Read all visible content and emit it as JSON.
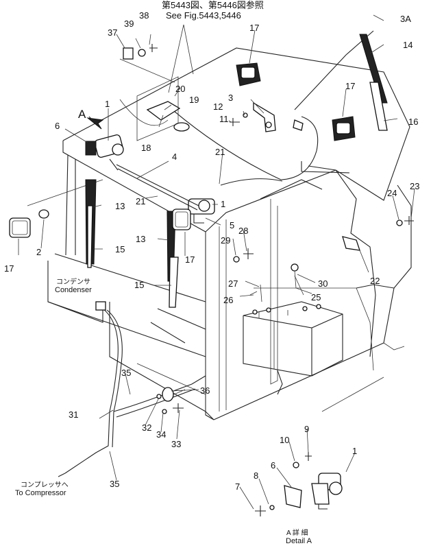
{
  "header": {
    "jp": "第5443図、第5446図参照",
    "en": "See Fig.5443,5446"
  },
  "callouts": {
    "c1": "1",
    "c1b": "1",
    "c1c": "1",
    "c2": "2",
    "c3": "3",
    "c3a": "3A",
    "c4": "4",
    "c5": "5",
    "c6": "6",
    "c6b": "6",
    "c7": "7",
    "c8": "8",
    "c9": "9",
    "c10": "10",
    "c11": "11",
    "c12": "12",
    "c13a": "13",
    "c13b": "13",
    "c14": "14",
    "c15a": "15",
    "c15b": "15",
    "c16": "16",
    "c17a": "17",
    "c17b": "17",
    "c17c": "17",
    "c17d": "17",
    "c18": "18",
    "c19": "19",
    "c20": "20",
    "c21a": "21",
    "c21b": "21",
    "c22": "22",
    "c23": "23",
    "c24": "24",
    "c25": "25",
    "c26": "26",
    "c27": "27",
    "c28": "28",
    "c29": "29",
    "c30": "30",
    "c31": "31",
    "c32": "32",
    "c33": "33",
    "c34": "34",
    "c35a": "35",
    "c35b": "35",
    "c36": "36",
    "c37": "37",
    "c38": "38",
    "c39": "39"
  },
  "labels": {
    "view_arrow": "A",
    "condenser_jp": "コンデンサ",
    "condenser_en": "Condenser",
    "compressor_jp": "コンプレッサへ",
    "compressor_en": "To Compressor",
    "detail_jp": "A 詳 細",
    "detail_en": "Detail A"
  }
}
